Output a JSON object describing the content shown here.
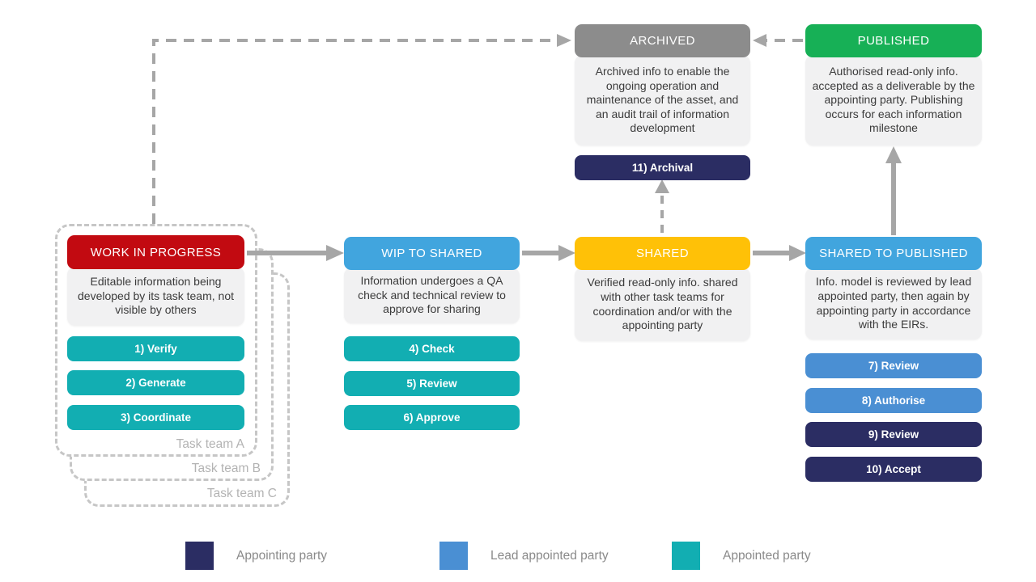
{
  "connectors": {
    "color": "#A6A6A6"
  },
  "stages": {
    "work_in_progress": {
      "title": "WORK IN PROGRESS",
      "description": "Editable information being developed by its task team, not visible by others",
      "header_color": "#C20A11",
      "steps": [
        {
          "label": "1) Verify",
          "color": "#12AEB2"
        },
        {
          "label": "2) Generate",
          "color": "#12AEB2"
        },
        {
          "label": "3) Coordinate",
          "color": "#12AEB2"
        }
      ]
    },
    "wip_to_shared": {
      "title": "WIP TO SHARED",
      "description": "Information undergoes a QA check and technical review to approve for sharing",
      "header_color": "#41A5DE",
      "steps": [
        {
          "label": "4) Check",
          "color": "#12AEB2"
        },
        {
          "label": "5) Review",
          "color": "#12AEB2"
        },
        {
          "label": "6) Approve",
          "color": "#12AEB2"
        }
      ]
    },
    "shared": {
      "title": "SHARED",
      "description": "Verified read-only info. shared with other task teams for coordination and/or with the appointing party",
      "header_color": "#FFC107"
    },
    "shared_to_published": {
      "title": "SHARED TO PUBLISHED",
      "description": "Info. model is reviewed by lead appointed party, then again by appointing party in accordance with the EIRs.",
      "header_color": "#41A5DE",
      "steps": [
        {
          "label": "7) Review",
          "color": "#4A8FD3"
        },
        {
          "label": "8) Authorise",
          "color": "#4A8FD3"
        },
        {
          "label": "9) Review",
          "color": "#2B2D63"
        },
        {
          "label": "10) Accept",
          "color": "#2B2D63"
        }
      ]
    },
    "archived": {
      "title": "ARCHIVED",
      "description": "Archived info to enable the ongoing operation and maintenance of the asset, and an audit trail of information development",
      "header_color": "#8C8C8C"
    },
    "published": {
      "title": "PUBLISHED",
      "description": "Authorised read-only info. accepted as a deliverable by the appointing party. Publishing occurs for each information milestone",
      "header_color": "#17B056"
    }
  },
  "archival_step": {
    "label": "11) Archival",
    "color": "#2B2D63"
  },
  "task_teams": [
    "Task team A",
    "Task team B",
    "Task team C"
  ],
  "legend": {
    "items": [
      {
        "label": "Appointing party",
        "color": "#2B2D63"
      },
      {
        "label": "Lead appointed party",
        "color": "#4A8FD3"
      },
      {
        "label": "Appointed party",
        "color": "#12AEB2"
      }
    ]
  }
}
